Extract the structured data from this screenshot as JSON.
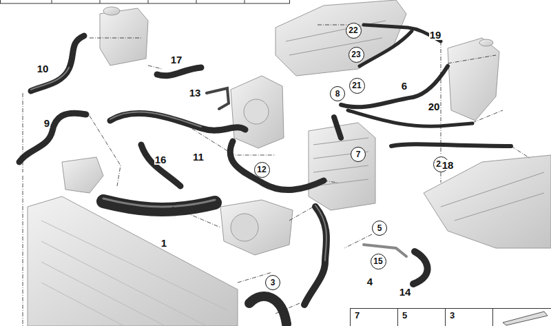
{
  "diagram": {
    "nodes": [
      {
        "text": [
          "22"
        ]
      },
      {
        "text": [
          "23"
        ]
      },
      {
        "text": [
          "21"
        ]
      },
      {
        "text": [
          "8"
        ]
      },
      {
        "text": [
          "7"
        ]
      },
      {
        "text": [
          "22"
        ]
      },
      {
        "text": [
          "12"
        ]
      },
      {
        "text": [
          "5"
        ]
      },
      {
        "text": [
          "15"
        ]
      },
      {
        "text": [
          "3"
        ]
      },
      {
        "text": [
          "7"
        ]
      },
      {
        "text": [
          "5"
        ]
      },
      {
        "text": [
          "3"
        ]
      }
    ],
    "labels": [
      "19",
      "17",
      "10",
      "13",
      "6",
      "20",
      "9",
      "11",
      "16",
      "18",
      "1",
      "4",
      "14"
    ]
  }
}
